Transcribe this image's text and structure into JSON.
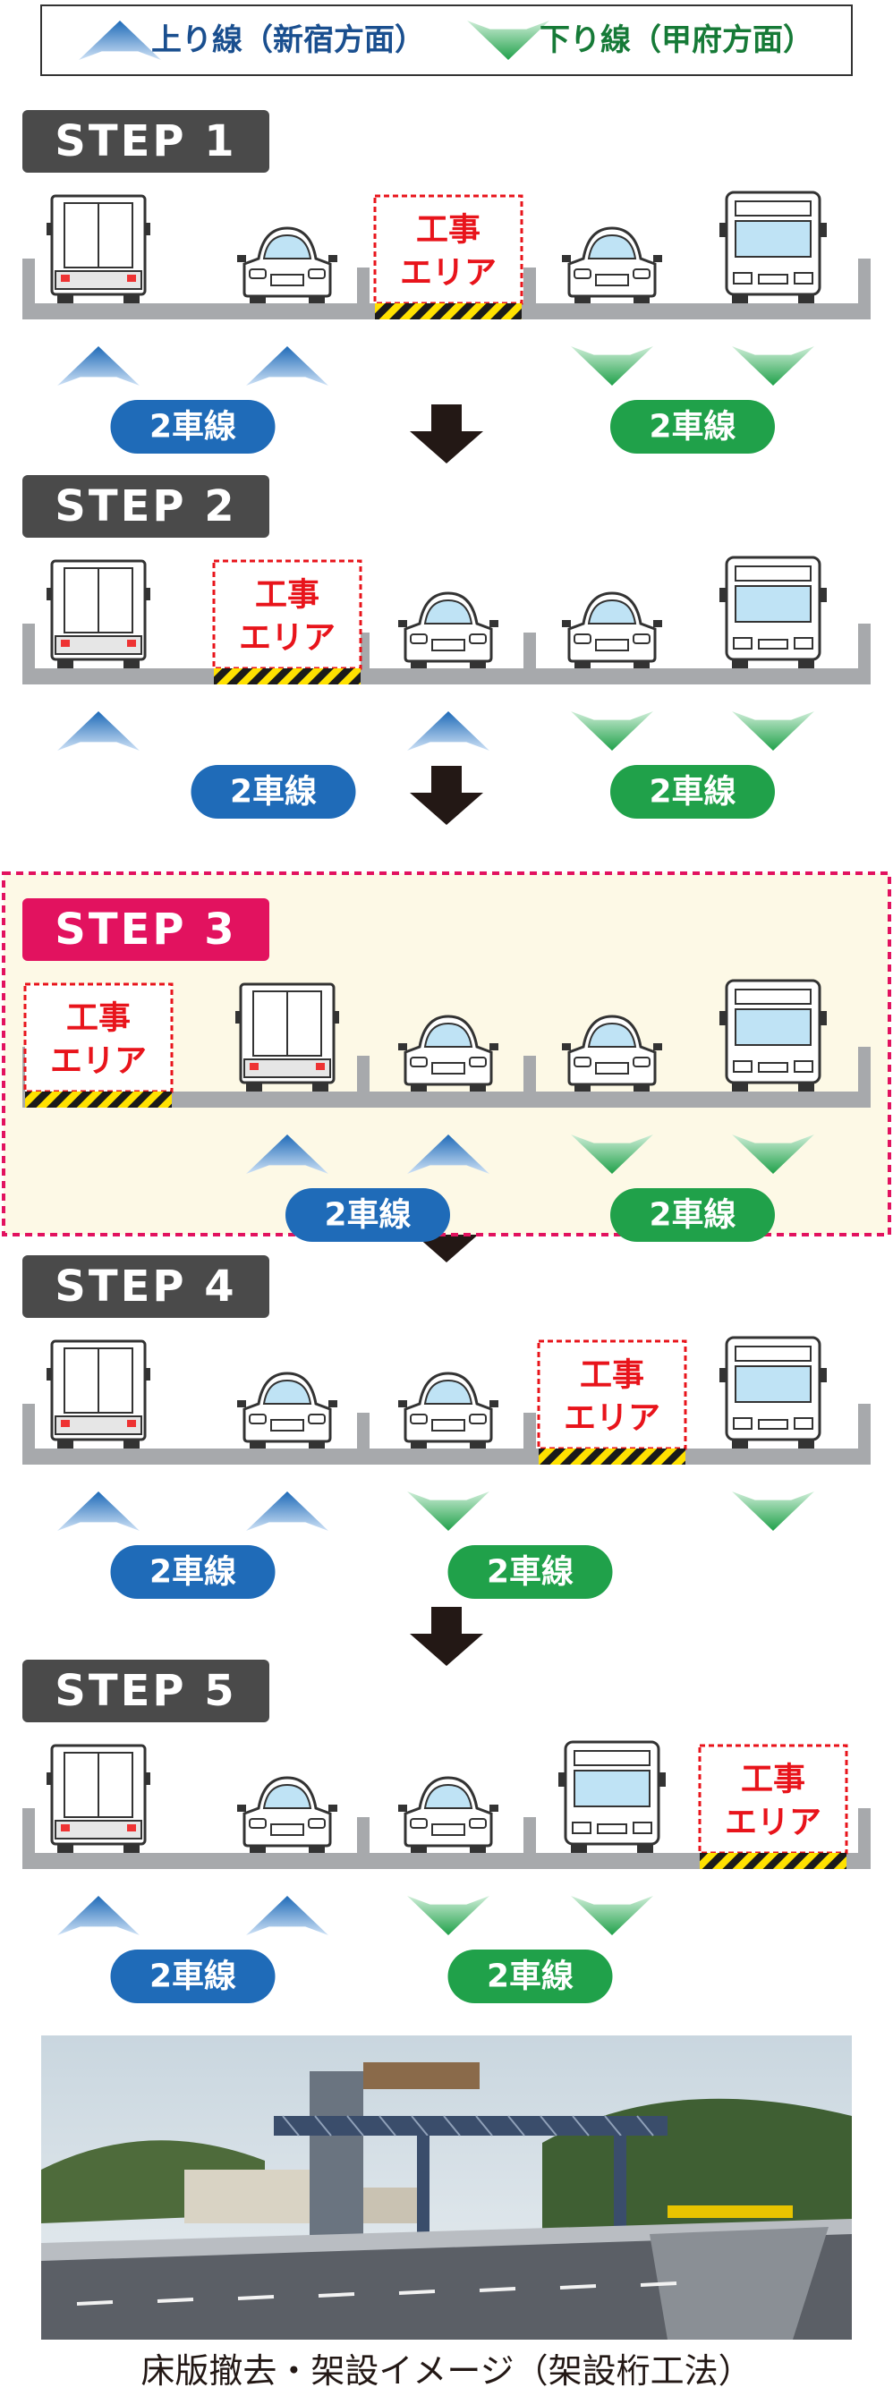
{
  "legend": {
    "up_label": "上り線（新宿方面）",
    "down_label": "下り線（甲府方面）",
    "up_color": "#1f6bb8",
    "down_color": "#20a14a"
  },
  "colors": {
    "step_tab": "#4a4a4a",
    "step_tab_highlight": "#e2125f",
    "road": "#a7a9ac",
    "construction_text": "#e8141b",
    "hazard_yellow": "#ffe100",
    "highlight_bg": "#fdf9e6"
  },
  "construction_label": [
    "工事",
    "エリア"
  ],
  "steps": [
    {
      "label": "STEP 1",
      "highlight": false,
      "lanes": [
        "truck",
        "car",
        "work",
        "car",
        "bus"
      ],
      "arrows": [
        "up",
        "up",
        "none",
        "down",
        "down"
      ],
      "badges": [
        {
          "text": "2車線",
          "dir": "up",
          "lanes": [
            0,
            1
          ]
        },
        {
          "text": "2車線",
          "dir": "down",
          "lanes": [
            3,
            4
          ]
        }
      ]
    },
    {
      "label": "STEP 2",
      "highlight": false,
      "lanes": [
        "truck",
        "work",
        "car",
        "car",
        "bus"
      ],
      "arrows": [
        "up",
        "none",
        "up",
        "down",
        "down"
      ],
      "badges": [
        {
          "text": "2車線",
          "dir": "up",
          "lanes": [
            0,
            2
          ]
        },
        {
          "text": "2車線",
          "dir": "down",
          "lanes": [
            3,
            4
          ]
        }
      ]
    },
    {
      "label": "STEP 3",
      "highlight": true,
      "lanes": [
        "work",
        "truck",
        "car",
        "car",
        "bus"
      ],
      "arrows": [
        "none",
        "up",
        "up",
        "down",
        "down"
      ],
      "badges": [
        {
          "text": "2車線",
          "dir": "up",
          "lanes": [
            1,
            2
          ]
        },
        {
          "text": "2車線",
          "dir": "down",
          "lanes": [
            3,
            4
          ]
        }
      ]
    },
    {
      "label": "STEP 4",
      "highlight": false,
      "lanes": [
        "truck",
        "car",
        "car",
        "work",
        "bus"
      ],
      "arrows": [
        "up",
        "up",
        "down",
        "none",
        "down"
      ],
      "badges": [
        {
          "text": "2車線",
          "dir": "up",
          "lanes": [
            0,
            1
          ]
        },
        {
          "text": "2車線",
          "dir": "down",
          "lanes": [
            2,
            3
          ]
        }
      ]
    },
    {
      "label": "STEP 5",
      "highlight": false,
      "lanes": [
        "truck",
        "car",
        "car",
        "bus",
        "work"
      ],
      "arrows": [
        "up",
        "up",
        "down",
        "down",
        "none"
      ],
      "badges": [
        {
          "text": "2車線",
          "dir": "up",
          "lanes": [
            0,
            1
          ]
        },
        {
          "text": "2車線",
          "dir": "down",
          "lanes": [
            2,
            3
          ]
        }
      ]
    }
  ],
  "photo_caption": "床版撤去・架設イメージ（架設桁工法）"
}
